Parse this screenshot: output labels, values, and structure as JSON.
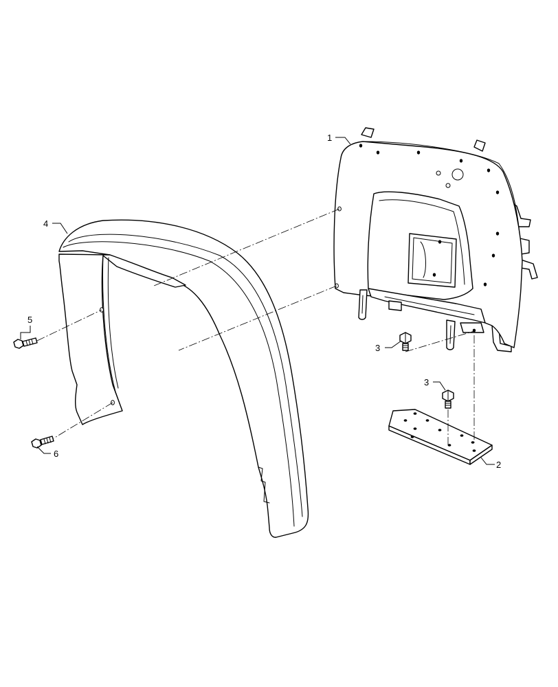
{
  "callouts": [
    {
      "id": "1",
      "text": "1"
    },
    {
      "id": "2",
      "text": "2"
    },
    {
      "id": "3a",
      "text": "3"
    },
    {
      "id": "3b",
      "text": "3"
    },
    {
      "id": "4",
      "text": "4"
    },
    {
      "id": "5",
      "text": "5"
    },
    {
      "id": "6",
      "text": "6"
    }
  ],
  "parts": [
    {
      "callout": "1",
      "kind": "panel"
    },
    {
      "callout": "2",
      "kind": "plate"
    },
    {
      "callout": "3",
      "kind": "bolt"
    },
    {
      "callout": "4",
      "kind": "fender"
    },
    {
      "callout": "5",
      "kind": "bolt"
    },
    {
      "callout": "6",
      "kind": "bolt"
    }
  ]
}
